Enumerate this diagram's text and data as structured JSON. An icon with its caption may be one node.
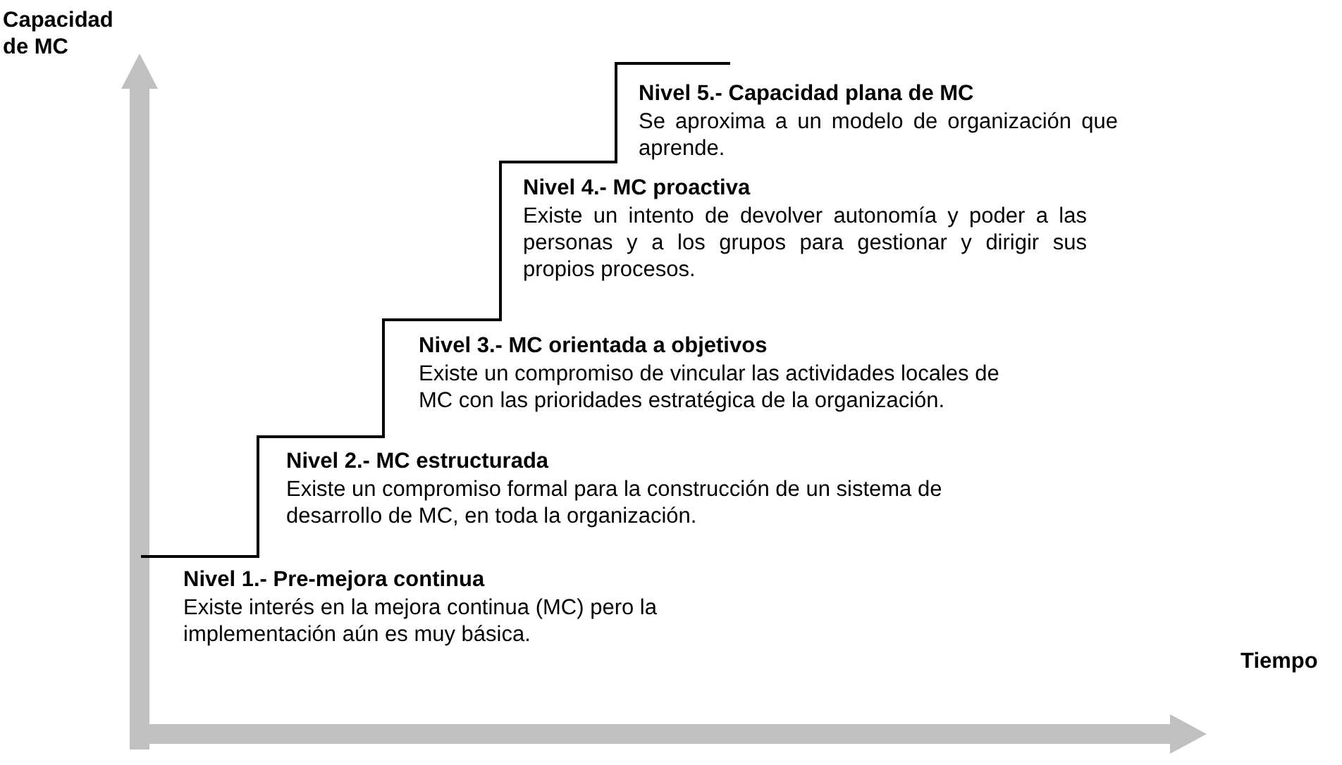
{
  "diagram": {
    "labels": [
      "Capacidad de MC",
      "Nivel 5.- Capacidad plana de MC",
      "Se aproxima a un modelo de organización que aprende.",
      "Nivel 4.- MC proactiva",
      "Existe un intento de devolver autonomía y poder a las personas y a los grupos para gestionar y dirigir sus propios procesos.",
      "Nivel 3.- MC orientada a objetivos",
      "Existe un compromiso de vincular las actividades locales de MC con las prioridades estratégica de la organización.",
      "Nivel 2.- MC estructurada",
      "Existe un compromiso formal para la construcción de un sistema de desarrollo de MC, en toda la organización.",
      "Nivel 1.- Pre-mejora continua",
      "Existe interés en la mejora continua (MC) pero la implementación aún es muy básica.",
      "Tiempo"
    ]
  }
}
